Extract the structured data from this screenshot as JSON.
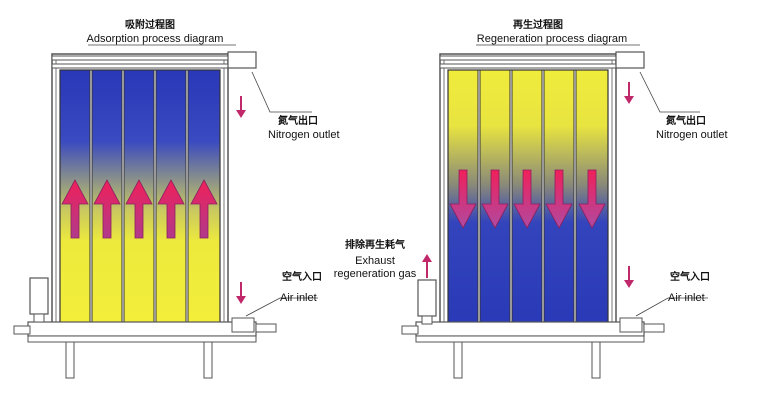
{
  "adsorption": {
    "title_zh": "吸附过程图",
    "title_en": "Adsorption process diagram",
    "outlet_zh": "氮气出口",
    "outlet_en": "Nitrogen outlet",
    "inlet_zh": "空气入口",
    "inlet_en": "Air inlet",
    "flow_direction": "up"
  },
  "regeneration": {
    "title_zh": "再生过程图",
    "title_en": "Regeneration process diagram",
    "outlet_zh": "氮气出口",
    "outlet_en": "Nitrogen outlet",
    "inlet_zh": "空气入口",
    "inlet_en": "Air inlet",
    "exhaust_zh": "排除再生耗气",
    "exhaust_en_line1": "Exhaust",
    "exhaust_en_line2": "regeneration gas",
    "flow_direction": "down"
  },
  "colors": {
    "blue": "#2a3cc0",
    "yellow": "#f2ee3a",
    "arrow": "#e8266a",
    "frame": "#555555"
  },
  "icons": [
    "flow-arrow-up-icon",
    "flow-arrow-down-icon",
    "small-flow-arrow-icon"
  ]
}
